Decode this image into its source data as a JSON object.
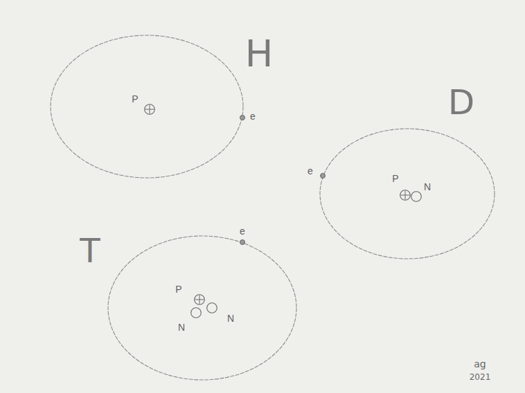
{
  "diagram": {
    "nodes": [
      {
        "text": [
          "H"
        ]
      },
      {
        "text": [
          "P"
        ],
        "in": 0
      },
      {
        "text": [
          "e"
        ],
        "in": 0
      },
      {
        "text": [
          "D"
        ]
      },
      {
        "text": [
          "e"
        ],
        "in": 3
      },
      {
        "text": [
          "P"
        ],
        "in": 3
      },
      {
        "text": [
          "N"
        ],
        "in": 3
      },
      {
        "text": [
          "T"
        ]
      },
      {
        "text": [
          "e"
        ],
        "in": 7
      },
      {
        "text": [
          "P"
        ],
        "in": 7
      },
      {
        "text": [
          "N"
        ],
        "in": 7
      },
      {
        "text": [
          "N"
        ],
        "in": 7
      }
    ],
    "labels": [
      "ag",
      "2021"
    ]
  }
}
